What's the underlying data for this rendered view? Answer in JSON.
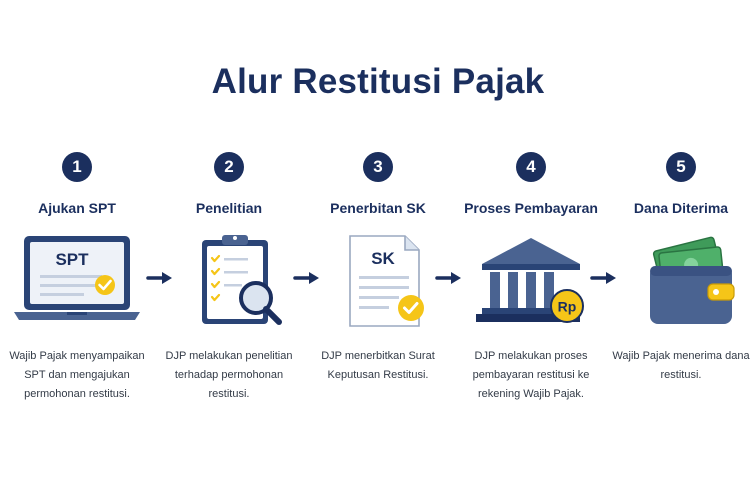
{
  "title": "Alur Restitusi Pajak",
  "steps": [
    {
      "number": "1",
      "label": "Ajukan SPT",
      "icon": "laptop-spt-icon",
      "icon_text": "SPT",
      "description": "Wajib Pajak menyampaikan SPT dan mengajukan permohonan restitusi."
    },
    {
      "number": "2",
      "label": "Penelitian",
      "icon": "clipboard-magnifier-icon",
      "icon_text": "",
      "description": "DJP melakukan penelitian terhadap permohonan restitusi."
    },
    {
      "number": "3",
      "label": "Penerbitan SK",
      "icon": "document-sk-icon",
      "icon_text": "SK",
      "description": "DJP menerbitkan Surat Keputusan Restitusi."
    },
    {
      "number": "4",
      "label": "Proses Pembayaran",
      "icon": "bank-rupiah-icon",
      "icon_text": "Rp",
      "description": "DJP melakukan proses pembayaran restitusi ke rekening Wajib Pajak."
    },
    {
      "number": "5",
      "label": "Dana Diterima",
      "icon": "wallet-money-icon",
      "icon_text": "",
      "description": "Wajib Pajak menerima dana restitusi."
    }
  ],
  "colors": {
    "navy": "#1b2f5e",
    "slate": "#4a6391",
    "yellow": "#f5c518",
    "green": "#3f9b5a",
    "light": "#eef2f8"
  }
}
